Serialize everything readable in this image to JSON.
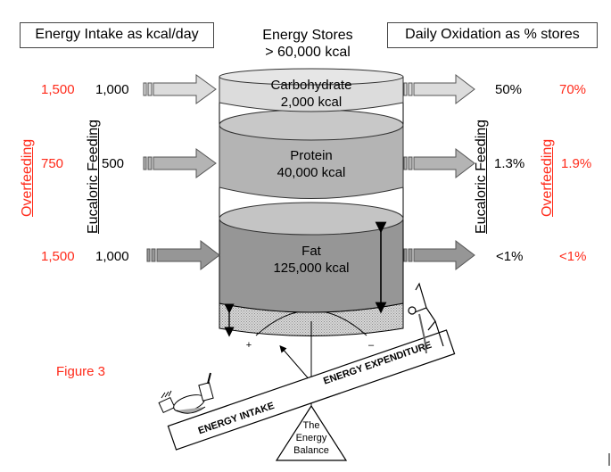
{
  "headers": {
    "intake_box": "Energy Intake as kcal/day",
    "stores_title_line1": "Energy Stores",
    "stores_title_line2": "> 60,000 kcal",
    "oxidation_box": "Daily Oxidation as % stores"
  },
  "side_labels": {
    "left_overfeeding": "Overfeeding",
    "left_eucaloric": "Eucaloric Feeding",
    "right_eucaloric": "Eucaloric Feeding",
    "right_overfeeding": "Overfeeding"
  },
  "rows": [
    {
      "name": "Carbohydrate",
      "store": "2,000 kcal",
      "intake_overfeeding": "1,500",
      "intake_eucaloric": "1,000",
      "oxidation_eucaloric": "50%",
      "oxidation_overfeeding": "70%"
    },
    {
      "name": "Protein",
      "store": "40,000 kcal",
      "intake_overfeeding": "750",
      "intake_eucaloric": "500",
      "oxidation_eucaloric": "1.3%",
      "oxidation_overfeeding": "1.9%"
    },
    {
      "name": "Fat",
      "store": "125,000 kcal",
      "intake_overfeeding": "1,500",
      "intake_eucaloric": "1,000",
      "oxidation_eucaloric": "<1%",
      "oxidation_overfeeding": "<1%"
    }
  ],
  "balance": {
    "plus": "+",
    "minus": "–",
    "intake_label": "ENERGY INTAKE",
    "expenditure_label": "ENERGY EXPENDITURE",
    "fulcrum_line1": "The",
    "fulcrum_line2": "Energy",
    "fulcrum_line3": "Balance"
  },
  "figure_label": "Figure 3",
  "colors": {
    "overfeeding": "#ff2a1a",
    "carbohydrate": "#dcdcdc",
    "protein": "#b4b4b4",
    "fat": "#969696",
    "base": "#c8c8c8"
  }
}
